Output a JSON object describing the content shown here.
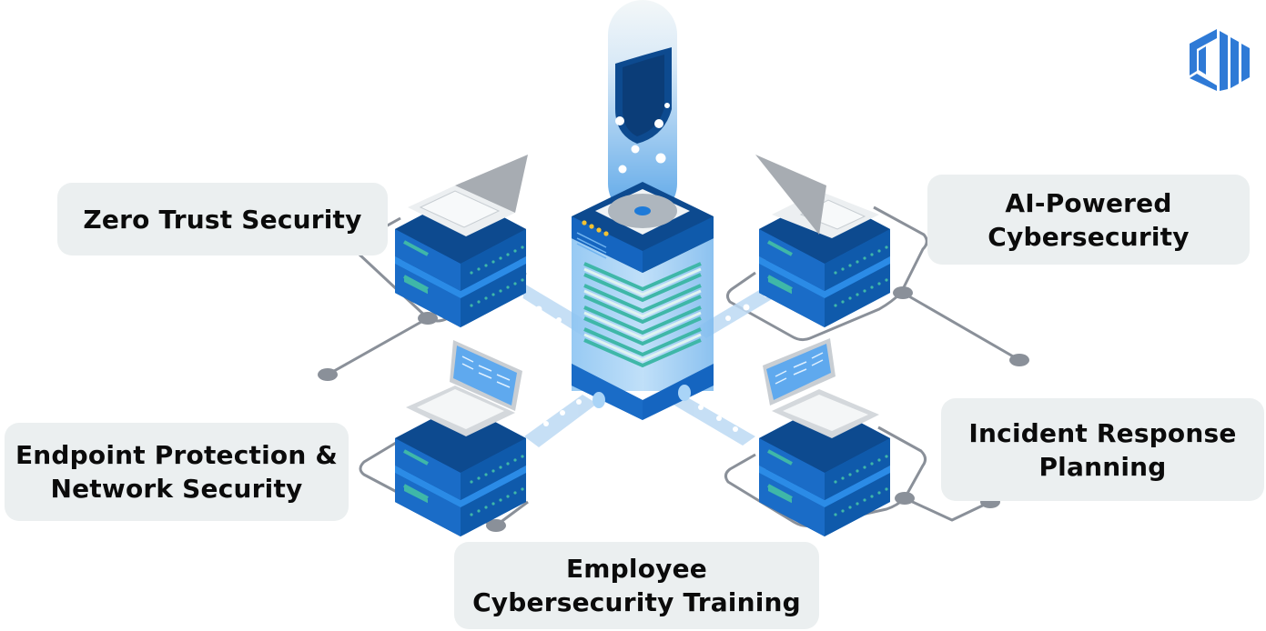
{
  "diagram": {
    "title": "",
    "center_node": {
      "label": "Central security server",
      "icon": "shield-icon"
    },
    "nodes": [
      {
        "id": "zero-trust",
        "lines": [
          "Zero Trust Security"
        ],
        "position": "top-left"
      },
      {
        "id": "ai-powered",
        "lines": [
          "AI-Powered",
          "Cybersecurity"
        ],
        "position": "top-right"
      },
      {
        "id": "endpoint",
        "lines": [
          "Endpoint Protection &",
          "Network Security"
        ],
        "position": "bottom-left"
      },
      {
        "id": "incident",
        "lines": [
          "Incident Response",
          "Planning"
        ],
        "position": "bottom-right"
      },
      {
        "id": "training",
        "lines": [
          "Employee",
          "Cybersecurity Training"
        ],
        "position": "bottom-center"
      }
    ],
    "edges": [
      {
        "from": "center",
        "to": "zero-trust"
      },
      {
        "from": "center",
        "to": "ai-powered"
      },
      {
        "from": "center",
        "to": "endpoint"
      },
      {
        "from": "center",
        "to": "incident"
      }
    ]
  },
  "logo": {
    "icon": "brand-logo-icon"
  },
  "colors": {
    "label_bg": "#ebeff0",
    "server_dark": "#0d4a8f",
    "server_mid": "#1565c0",
    "server_light": "#2b8be6",
    "accent_teal": "#3fb7a8",
    "beam": "#bcd9f3",
    "wire": "#8a9099",
    "logo_blue": "#2f7ad6"
  }
}
